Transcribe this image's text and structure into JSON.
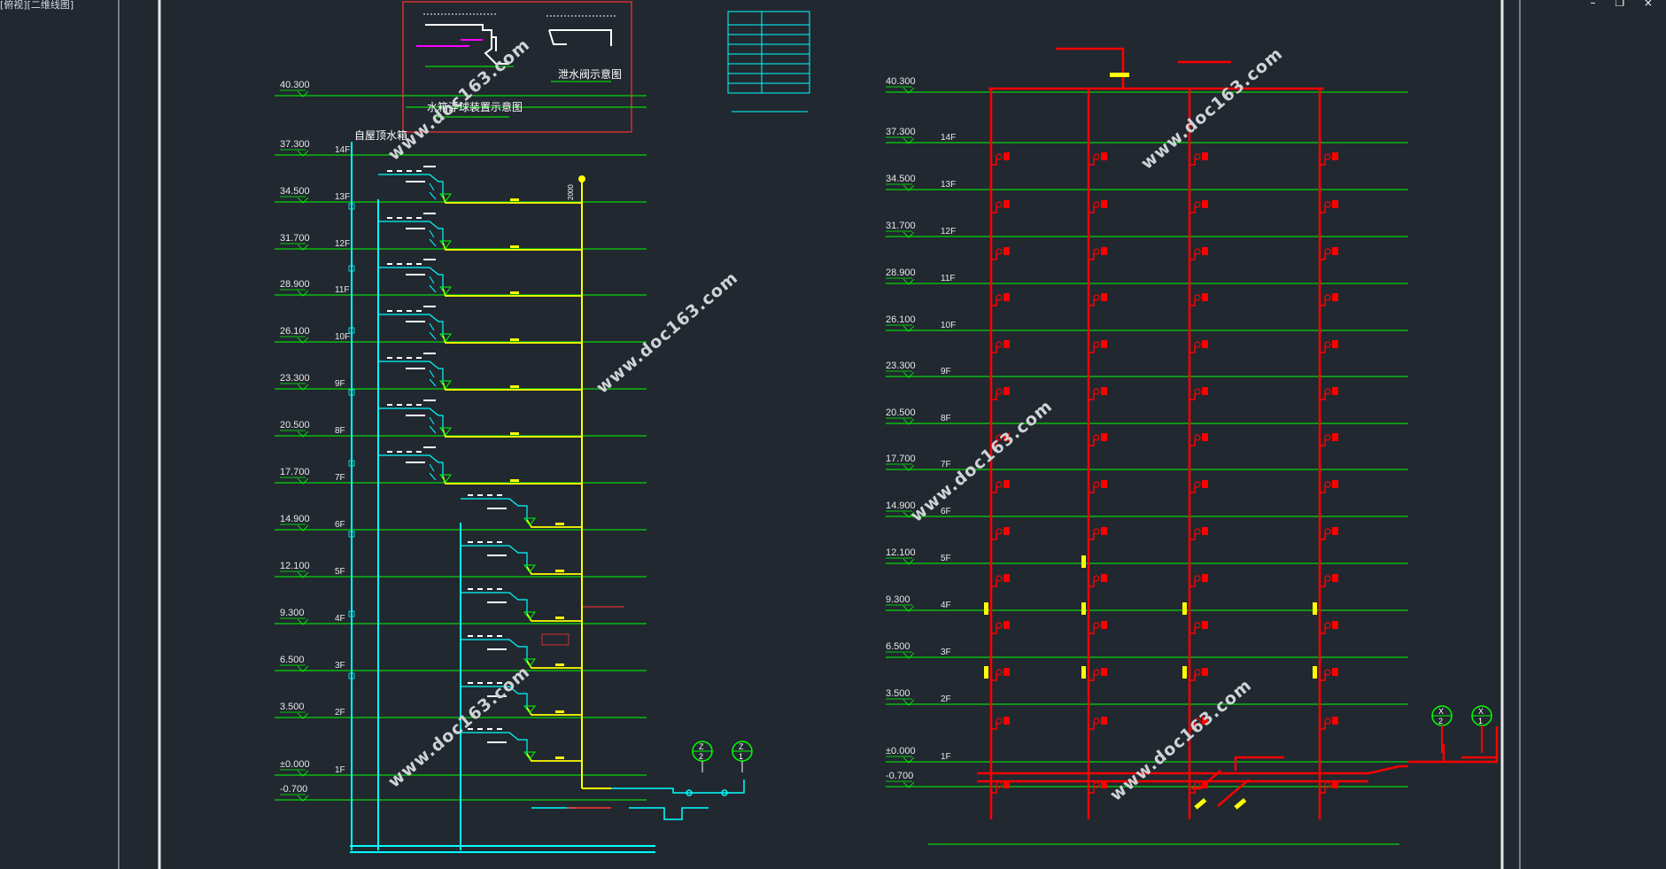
{
  "window": {
    "title": "[俯视][二维线图]",
    "controls": "– ❐ ×"
  },
  "left_drawing": {
    "floor_levels": [
      {
        "floor": "",
        "elev": "40.300"
      },
      {
        "floor": "14F",
        "elev": "37.300"
      },
      {
        "floor": "13F",
        "elev": "34.500"
      },
      {
        "floor": "12F",
        "elev": "31.700"
      },
      {
        "floor": "11F",
        "elev": "28.900"
      },
      {
        "floor": "10F",
        "elev": "26.100"
      },
      {
        "floor": "9F",
        "elev": "23.300"
      },
      {
        "floor": "8F",
        "elev": "20.500"
      },
      {
        "floor": "7F",
        "elev": "17.700"
      },
      {
        "floor": "6F",
        "elev": "14.900"
      },
      {
        "floor": "5F",
        "elev": "12.100"
      },
      {
        "floor": "4F",
        "elev": "9.300"
      },
      {
        "floor": "3F",
        "elev": "6.500"
      },
      {
        "floor": "2F",
        "elev": "3.500"
      },
      {
        "floor": "1F",
        "elev": "±0.000"
      },
      {
        "floor": "",
        "elev": "-0.700"
      }
    ],
    "tank_label": "自屋顶水箱",
    "inset_label_1": "水箱浮球装置示意图",
    "inset_label_2": "泄水阀示意图",
    "dim_2000": "2000",
    "marker_1": {
      "top": "Z",
      "bottom": "2"
    },
    "marker_2": {
      "top": "Z",
      "bottom": "1"
    }
  },
  "right_drawing": {
    "floor_levels": [
      {
        "floor": "",
        "elev": "40.300"
      },
      {
        "floor": "14F",
        "elev": "37.300"
      },
      {
        "floor": "13F",
        "elev": "34.500"
      },
      {
        "floor": "12F",
        "elev": "31.700"
      },
      {
        "floor": "11F",
        "elev": "28.900"
      },
      {
        "floor": "10F",
        "elev": "26.100"
      },
      {
        "floor": "9F",
        "elev": "23.300"
      },
      {
        "floor": "8F",
        "elev": "20.500"
      },
      {
        "floor": "7F",
        "elev": "17.700"
      },
      {
        "floor": "6F",
        "elev": "14.900"
      },
      {
        "floor": "5F",
        "elev": "12.100"
      },
      {
        "floor": "4F",
        "elev": "9.300"
      },
      {
        "floor": "3F",
        "elev": "6.500"
      },
      {
        "floor": "2F",
        "elev": "3.500"
      },
      {
        "floor": "1F",
        "elev": "±0.000"
      },
      {
        "floor": "",
        "elev": "-0.700"
      }
    ],
    "marker_1": {
      "top": "X",
      "bottom": "2"
    },
    "marker_2": {
      "top": "X",
      "bottom": "1"
    }
  },
  "watermark": "www.doc163.com",
  "colors": {
    "background": "#212830",
    "green": "#00ff00",
    "cyan": "#00ffff",
    "yellow": "#ffff00",
    "red": "#ff0000",
    "magenta": "#ff00ff"
  }
}
